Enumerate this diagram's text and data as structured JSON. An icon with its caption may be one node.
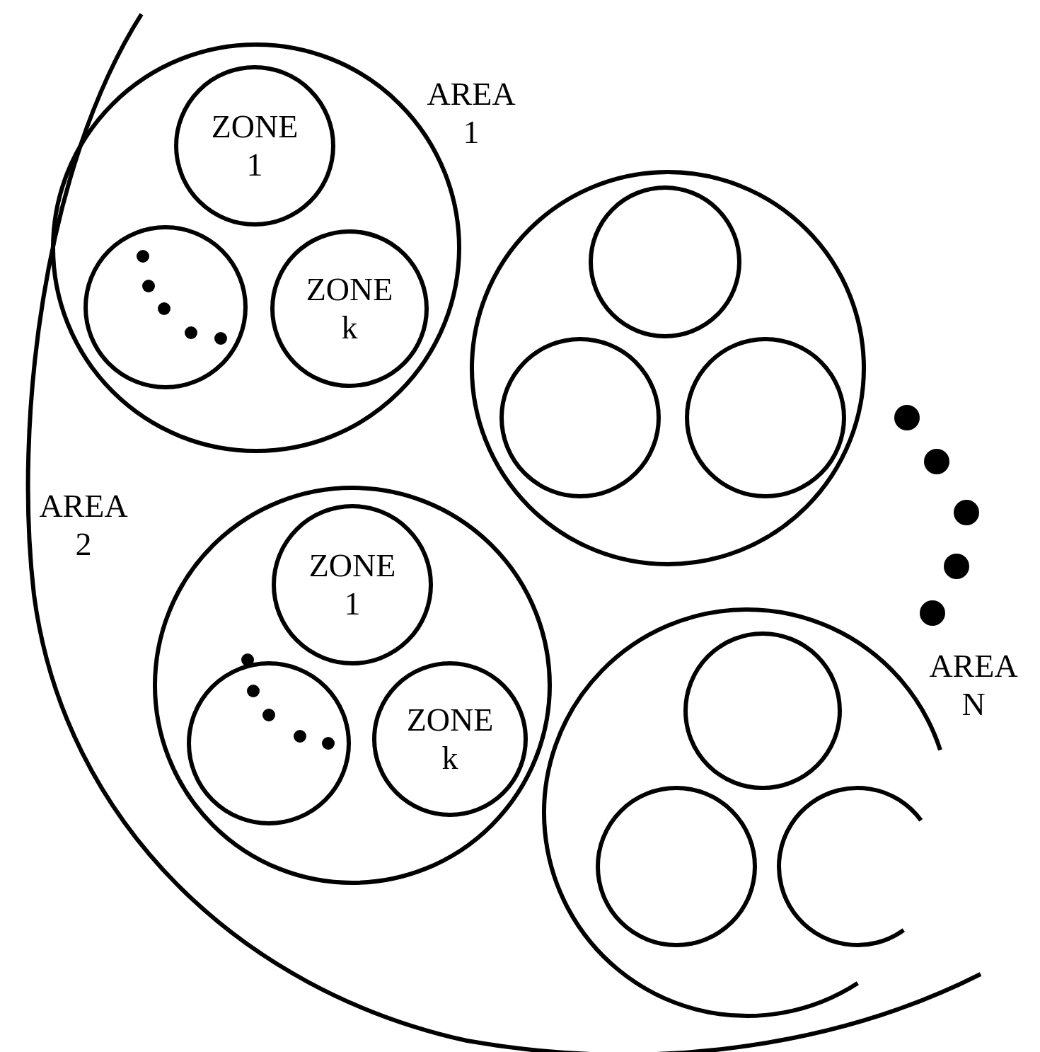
{
  "diagram": {
    "nodes": [
      {
        "text": [],
        "shape": "arc"
      },
      {
        "text": [
          "AREA 1"
        ],
        "in": 0
      },
      {
        "text": [
          "ZONE 1"
        ],
        "in": 1
      },
      {
        "text": [],
        "shape": "circle",
        "in": 1
      },
      {
        "text": [
          "ZONE k"
        ],
        "in": 1
      },
      {
        "text": [],
        "shape": "circle",
        "in": 0
      },
      {
        "text": [],
        "shape": "circle",
        "in": 5
      },
      {
        "text": [],
        "shape": "circle",
        "in": 5
      },
      {
        "text": [],
        "shape": "circle",
        "in": 5
      },
      {
        "text": [
          "AREA 2"
        ],
        "in": 0
      },
      {
        "text": [
          "ZONE 1"
        ],
        "in": 9
      },
      {
        "text": [],
        "shape": "circle",
        "in": 9
      },
      {
        "text": [
          "ZONE k"
        ],
        "in": 9
      },
      {
        "text": [
          "AREA N"
        ],
        "in": 0
      },
      {
        "text": [],
        "shape": "circle",
        "in": 13
      },
      {
        "text": [],
        "shape": "circle",
        "in": 13
      },
      {
        "text": [],
        "shape": "circle",
        "in": 13
      }
    ]
  }
}
